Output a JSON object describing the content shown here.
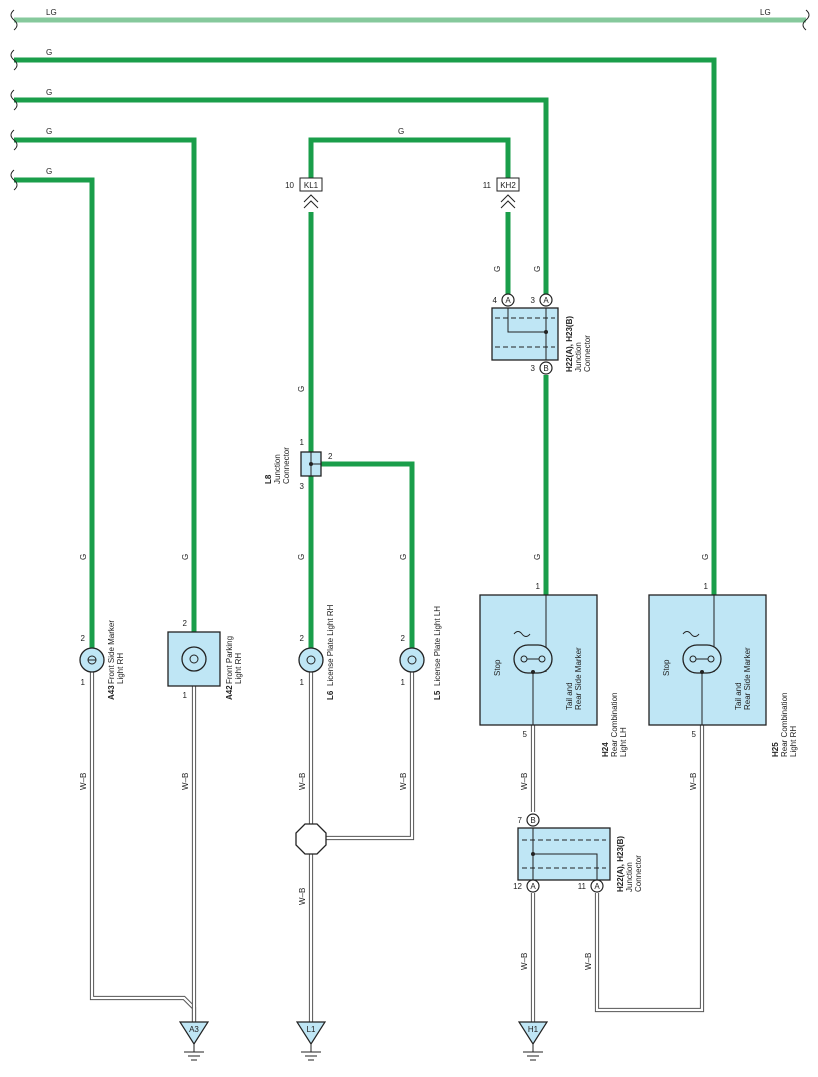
{
  "wire_colors": {
    "g": "G",
    "lg": "LG",
    "wb": "W–B",
    "g_hex": "#1a9e4a",
    "lg_hex": "#86c99c",
    "box_hex": "#bfe6f5"
  },
  "components": {
    "a43": {
      "id": "A43",
      "line1": "Front Side Marker",
      "line2": "Light RH",
      "pin_top": "2",
      "pin_bottom": "1"
    },
    "a42": {
      "id": "A42",
      "line1": "Front Parking",
      "line2": "Light RH",
      "pin_top": "2",
      "pin_bottom": "1"
    },
    "l6": {
      "id": "L6",
      "line1": "License Plate Light RH",
      "pin_top": "2",
      "pin_bottom": "1"
    },
    "l5": {
      "id": "L5",
      "line1": "License Plate Light LH",
      "pin_top": "2",
      "pin_bottom": "1"
    },
    "l8": {
      "id": "L8",
      "line1": "Junction",
      "line2": "Connector",
      "pin1": "1",
      "pin2": "2",
      "pin3": "3"
    },
    "h24": {
      "id": "H24",
      "line1": "Rear Combination",
      "line2": "Light LH",
      "stop": "Stop",
      "tail1": "Tail and",
      "tail2": "Rear Side Marker",
      "pin_top": "1",
      "pin_bottom": "5"
    },
    "h25": {
      "id": "H25",
      "line1": "Rear Combination",
      "line2": "Light RH",
      "stop": "Stop",
      "tail1": "Tail and",
      "tail2": "Rear Side Marker",
      "pin_top": "1",
      "pin_bottom": "5"
    },
    "h22_top": {
      "id": "H22(A), H23(B)",
      "line1": "Junction",
      "line2": "Connector",
      "pin4": "4",
      "pin3a": "3",
      "pin3b": "3",
      "letter_a": "A",
      "letter_b": "B"
    },
    "h22_bottom": {
      "id": "H22(A), H23(B)",
      "line1": "Junction",
      "line2": "Connector",
      "pin7": "7",
      "pin12": "12",
      "pin11": "11",
      "letter_a": "A",
      "letter_b": "B"
    }
  },
  "connectors": {
    "kl1": {
      "label": "KL1",
      "pin": "10"
    },
    "kh2": {
      "label": "KH2",
      "pin": "11"
    }
  },
  "grounds": {
    "a3": "A3",
    "l1": "L1",
    "h1": "H1"
  }
}
